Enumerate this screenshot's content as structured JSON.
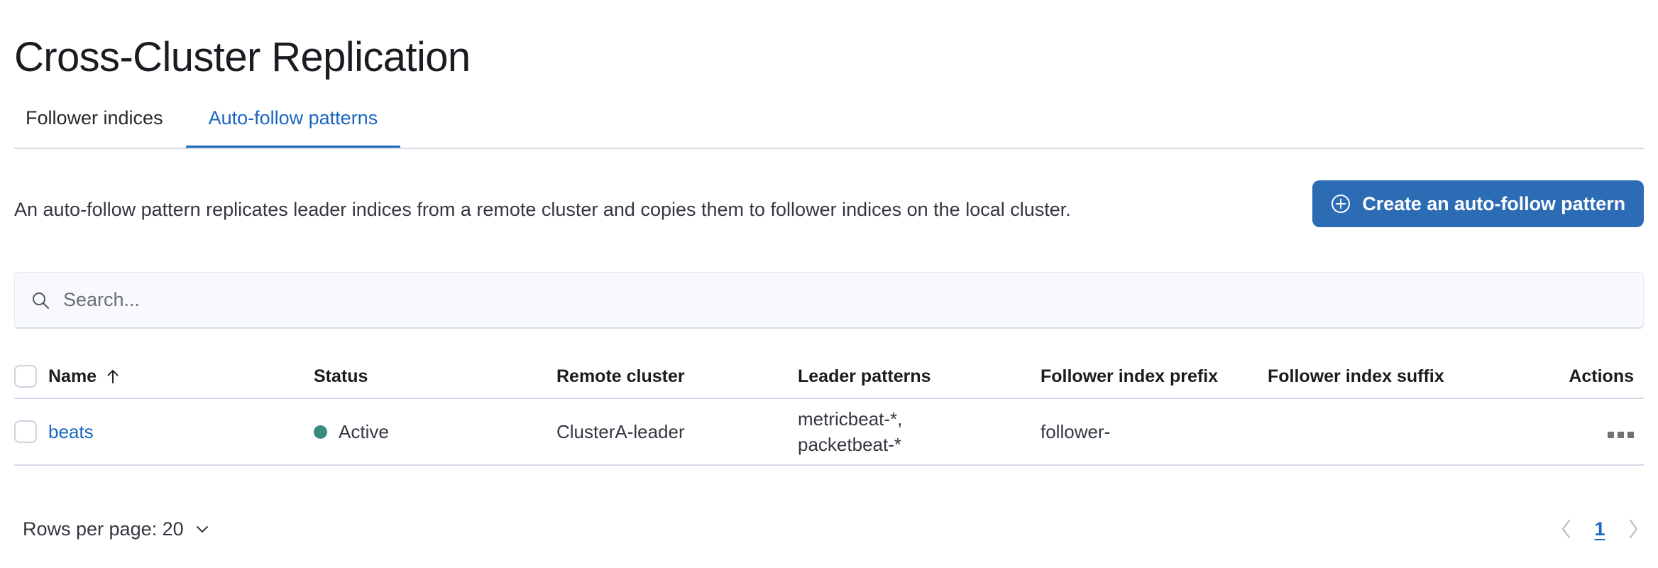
{
  "header": {
    "title": "Cross-Cluster Replication"
  },
  "tabs": [
    {
      "label": "Follower indices",
      "active": false
    },
    {
      "label": "Auto-follow patterns",
      "active": true
    }
  ],
  "intro": {
    "description": "An auto-follow pattern replicates leader indices from a remote cluster and copies them to follower indices on the local cluster.",
    "create_button_label": "Create an auto-follow pattern",
    "create_button_icon": "plus-in-circle-icon",
    "create_button_color": "#2b6cb5"
  },
  "search": {
    "value": "",
    "placeholder": "Search...",
    "icon": "search-icon"
  },
  "table": {
    "columns": [
      {
        "key": "name",
        "label": "Name",
        "sorted": "asc",
        "sort_icon": "arrow-up-icon"
      },
      {
        "key": "status",
        "label": "Status"
      },
      {
        "key": "remote_cluster",
        "label": "Remote cluster"
      },
      {
        "key": "leader_patterns",
        "label": "Leader patterns"
      },
      {
        "key": "follower_index_prefix",
        "label": "Follower index prefix"
      },
      {
        "key": "follower_index_suffix",
        "label": "Follower index suffix"
      },
      {
        "key": "actions",
        "label": "Actions"
      }
    ],
    "rows": [
      {
        "name": "beats",
        "status": "Active",
        "status_color": "#3b8a80",
        "remote_cluster": "ClusterA-leader",
        "leader_patterns_line1": "metricbeat-*,",
        "leader_patterns_line2": "packetbeat-*",
        "follower_index_prefix": "follower-",
        "follower_index_suffix": "",
        "actions_icon": "more-actions-icon"
      }
    ]
  },
  "footer": {
    "rows_per_page_label": "Rows per page: 20",
    "rows_per_page_icon": "chevron-down-icon",
    "prev_icon": "chevron-left-icon",
    "next_icon": "chevron-right-icon",
    "current_page": "1"
  }
}
